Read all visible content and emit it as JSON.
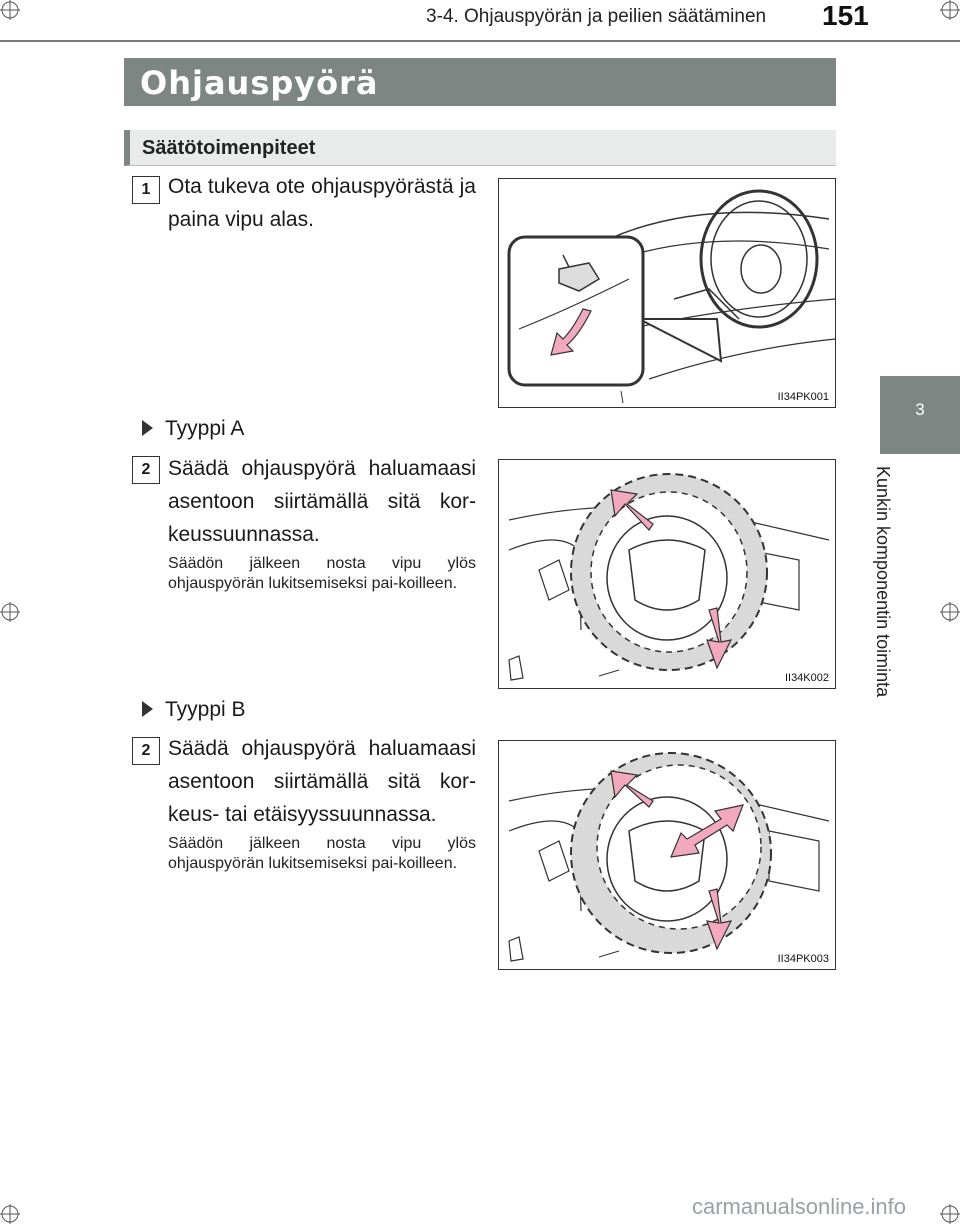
{
  "header": {
    "section_title": "3-4. Ohjauspyörän ja peilien säätäminen",
    "page_number": "151"
  },
  "title": "Ohjauspyörä",
  "subtitle": "Säätötoimenpiteet",
  "side_tab": {
    "number": "3",
    "text": "Kunkin komponentin toiminta"
  },
  "steps": [
    {
      "badge": "1",
      "text": "Ota tukeva ote ohjauspyörästä ja paina vipu alas.",
      "figure_code": "II34PK001"
    }
  ],
  "type_a": {
    "label": "Tyyppi A",
    "badge": "2",
    "text": "Säädä ohjauspyörä haluamaasi asentoon siirtämällä sitä kor-keussuunnassa.",
    "note": "Säädön jälkeen nosta vipu ylös ohjauspyörän lukitsemiseksi pai-koilleen.",
    "figure_code": "II34K002"
  },
  "type_b": {
    "label": "Tyyppi B",
    "badge": "2",
    "text": "Säädä ohjauspyörä haluamaasi asentoon siirtämällä sitä kor-keus- tai etäisyyssuunnassa.",
    "note": "Säädön jälkeen nosta vipu ylös ohjauspyörän lukitsemiseksi pai-koilleen.",
    "figure_code": "II34PK003"
  },
  "footer": "carmanualsonline.info",
  "colors": {
    "title_bar": "#7d8682",
    "subtitle_bar": "#e9ebea",
    "arrow_pink": "#f2a8bd"
  }
}
